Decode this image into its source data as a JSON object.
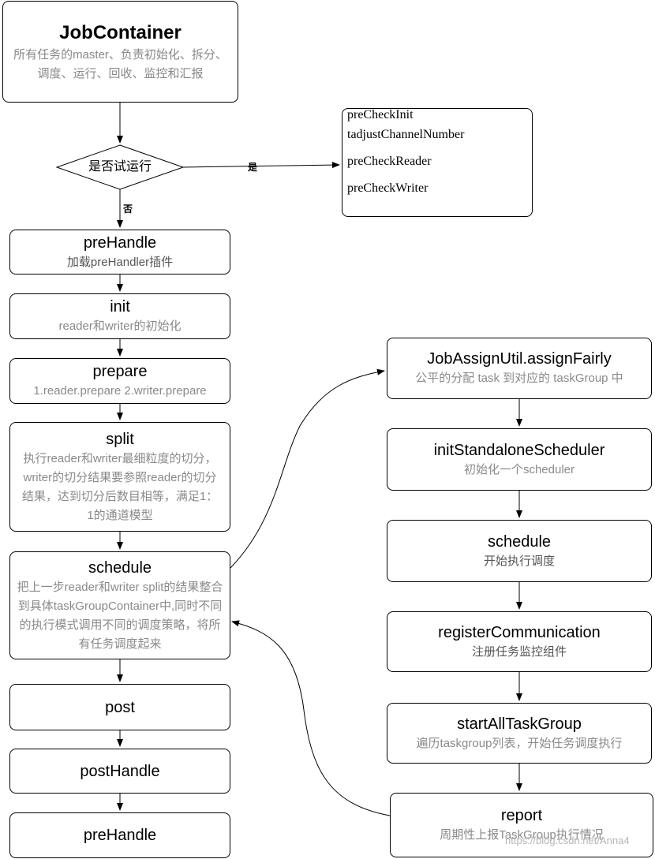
{
  "job_container": {
    "title": "JobContainer",
    "subtitle": "所有任务的master、负责初始化、拆分、调度、运行、回收、监控和汇报"
  },
  "decision": {
    "label": "是否试运行",
    "yes_label": "是",
    "no_label": "否"
  },
  "pre_checks": [
    "preCheckInit",
    "tadjustChannelNumber",
    "preCheckReader",
    "preCheckWriter"
  ],
  "left_steps": [
    {
      "title": "preHandle",
      "subtitle": "加载preHandler插件"
    },
    {
      "title": "init",
      "subtitle": "reader和writer的初始化"
    },
    {
      "title": "prepare",
      "subtitle": "1.reader.prepare  2.writer.prepare"
    },
    {
      "title": "split",
      "subtitle": "执行reader和writer最细粒度的切分，writer的切分结果要参照reader的切分结果，达到切分后数目相等，满足1：1的通道模型"
    },
    {
      "title": "schedule",
      "subtitle": "把上一步reader和writer split的结果整合到具体taskGroupContainer中,同时不同的执行模式调用不同的调度策略，将所有任务调度起来"
    },
    {
      "title": "post",
      "subtitle": ""
    },
    {
      "title": "postHandle",
      "subtitle": ""
    },
    {
      "title": "preHandle",
      "subtitle": ""
    }
  ],
  "right_steps": [
    {
      "title": "JobAssignUtil.assignFairly",
      "subtitle": "公平的分配 task 到对应的 taskGroup 中"
    },
    {
      "title": "initStandaloneScheduler",
      "subtitle": "初始化一个scheduler"
    },
    {
      "title": "schedule",
      "subtitle": "开始执行调度"
    },
    {
      "title": "registerCommunication",
      "subtitle": "注册任务监控组件"
    },
    {
      "title": "startAllTaskGroup",
      "subtitle": "遍历taskgroup列表，开始任务调度执行"
    },
    {
      "title": "report",
      "subtitle": "周期性上报TaskGroup执行情况"
    }
  ],
  "watermark": "https://blog.csdn.net/Anna4"
}
